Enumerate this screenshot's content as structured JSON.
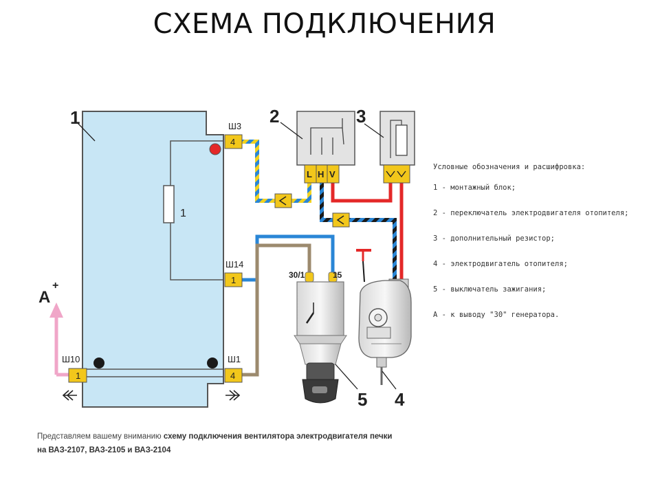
{
  "title": "СХЕМА ПОДКЛЮЧЕНИЯ",
  "diagram": {
    "component_numbers": [
      "1",
      "2",
      "3",
      "4",
      "5"
    ],
    "inner_fuse_label": "1",
    "input_label": "A",
    "input_sup": "+",
    "connectors": {
      "sh3": {
        "name": "Ш3",
        "pin": "4"
      },
      "sh14": {
        "name": "Ш14",
        "pin": "1"
      },
      "sh10": {
        "name": "Ш10",
        "pin": "1"
      },
      "sh1": {
        "name": "Ш1",
        "pin": "4"
      }
    },
    "switch_pins": [
      "L",
      "H",
      "V"
    ],
    "ignition_terminals": [
      "30/1",
      "15"
    ]
  },
  "legend": {
    "heading": "Условные обозначения и расшифровка:",
    "items": [
      "1 - монтажный блок;",
      "2 - переключатель электродвигателя отопителя;",
      "3 - дополнительный резистор;",
      "4 - электродвигатель отопителя;",
      "5 - выключатель зажигания;",
      "А - к выводу \"30\" генератора."
    ]
  },
  "caption": {
    "prefix": "Представляем вашему вниманию ",
    "bold1": "схему подключения вентилятора электродвигателя печки",
    "bold2": "на ВАЗ-2107, ВАЗ-2105 и ВАЗ-2104"
  },
  "colors": {
    "block_fill": "#c8e6f5",
    "connector_fill": "#f2c71b",
    "wire_red": "#e42828",
    "wire_blue": "#2a86d6",
    "wire_yellow": "#f2d21e",
    "wire_brown": "#9c8a6e",
    "wire_black": "#1a1a1a",
    "wire_pink": "#f0a6c8"
  }
}
